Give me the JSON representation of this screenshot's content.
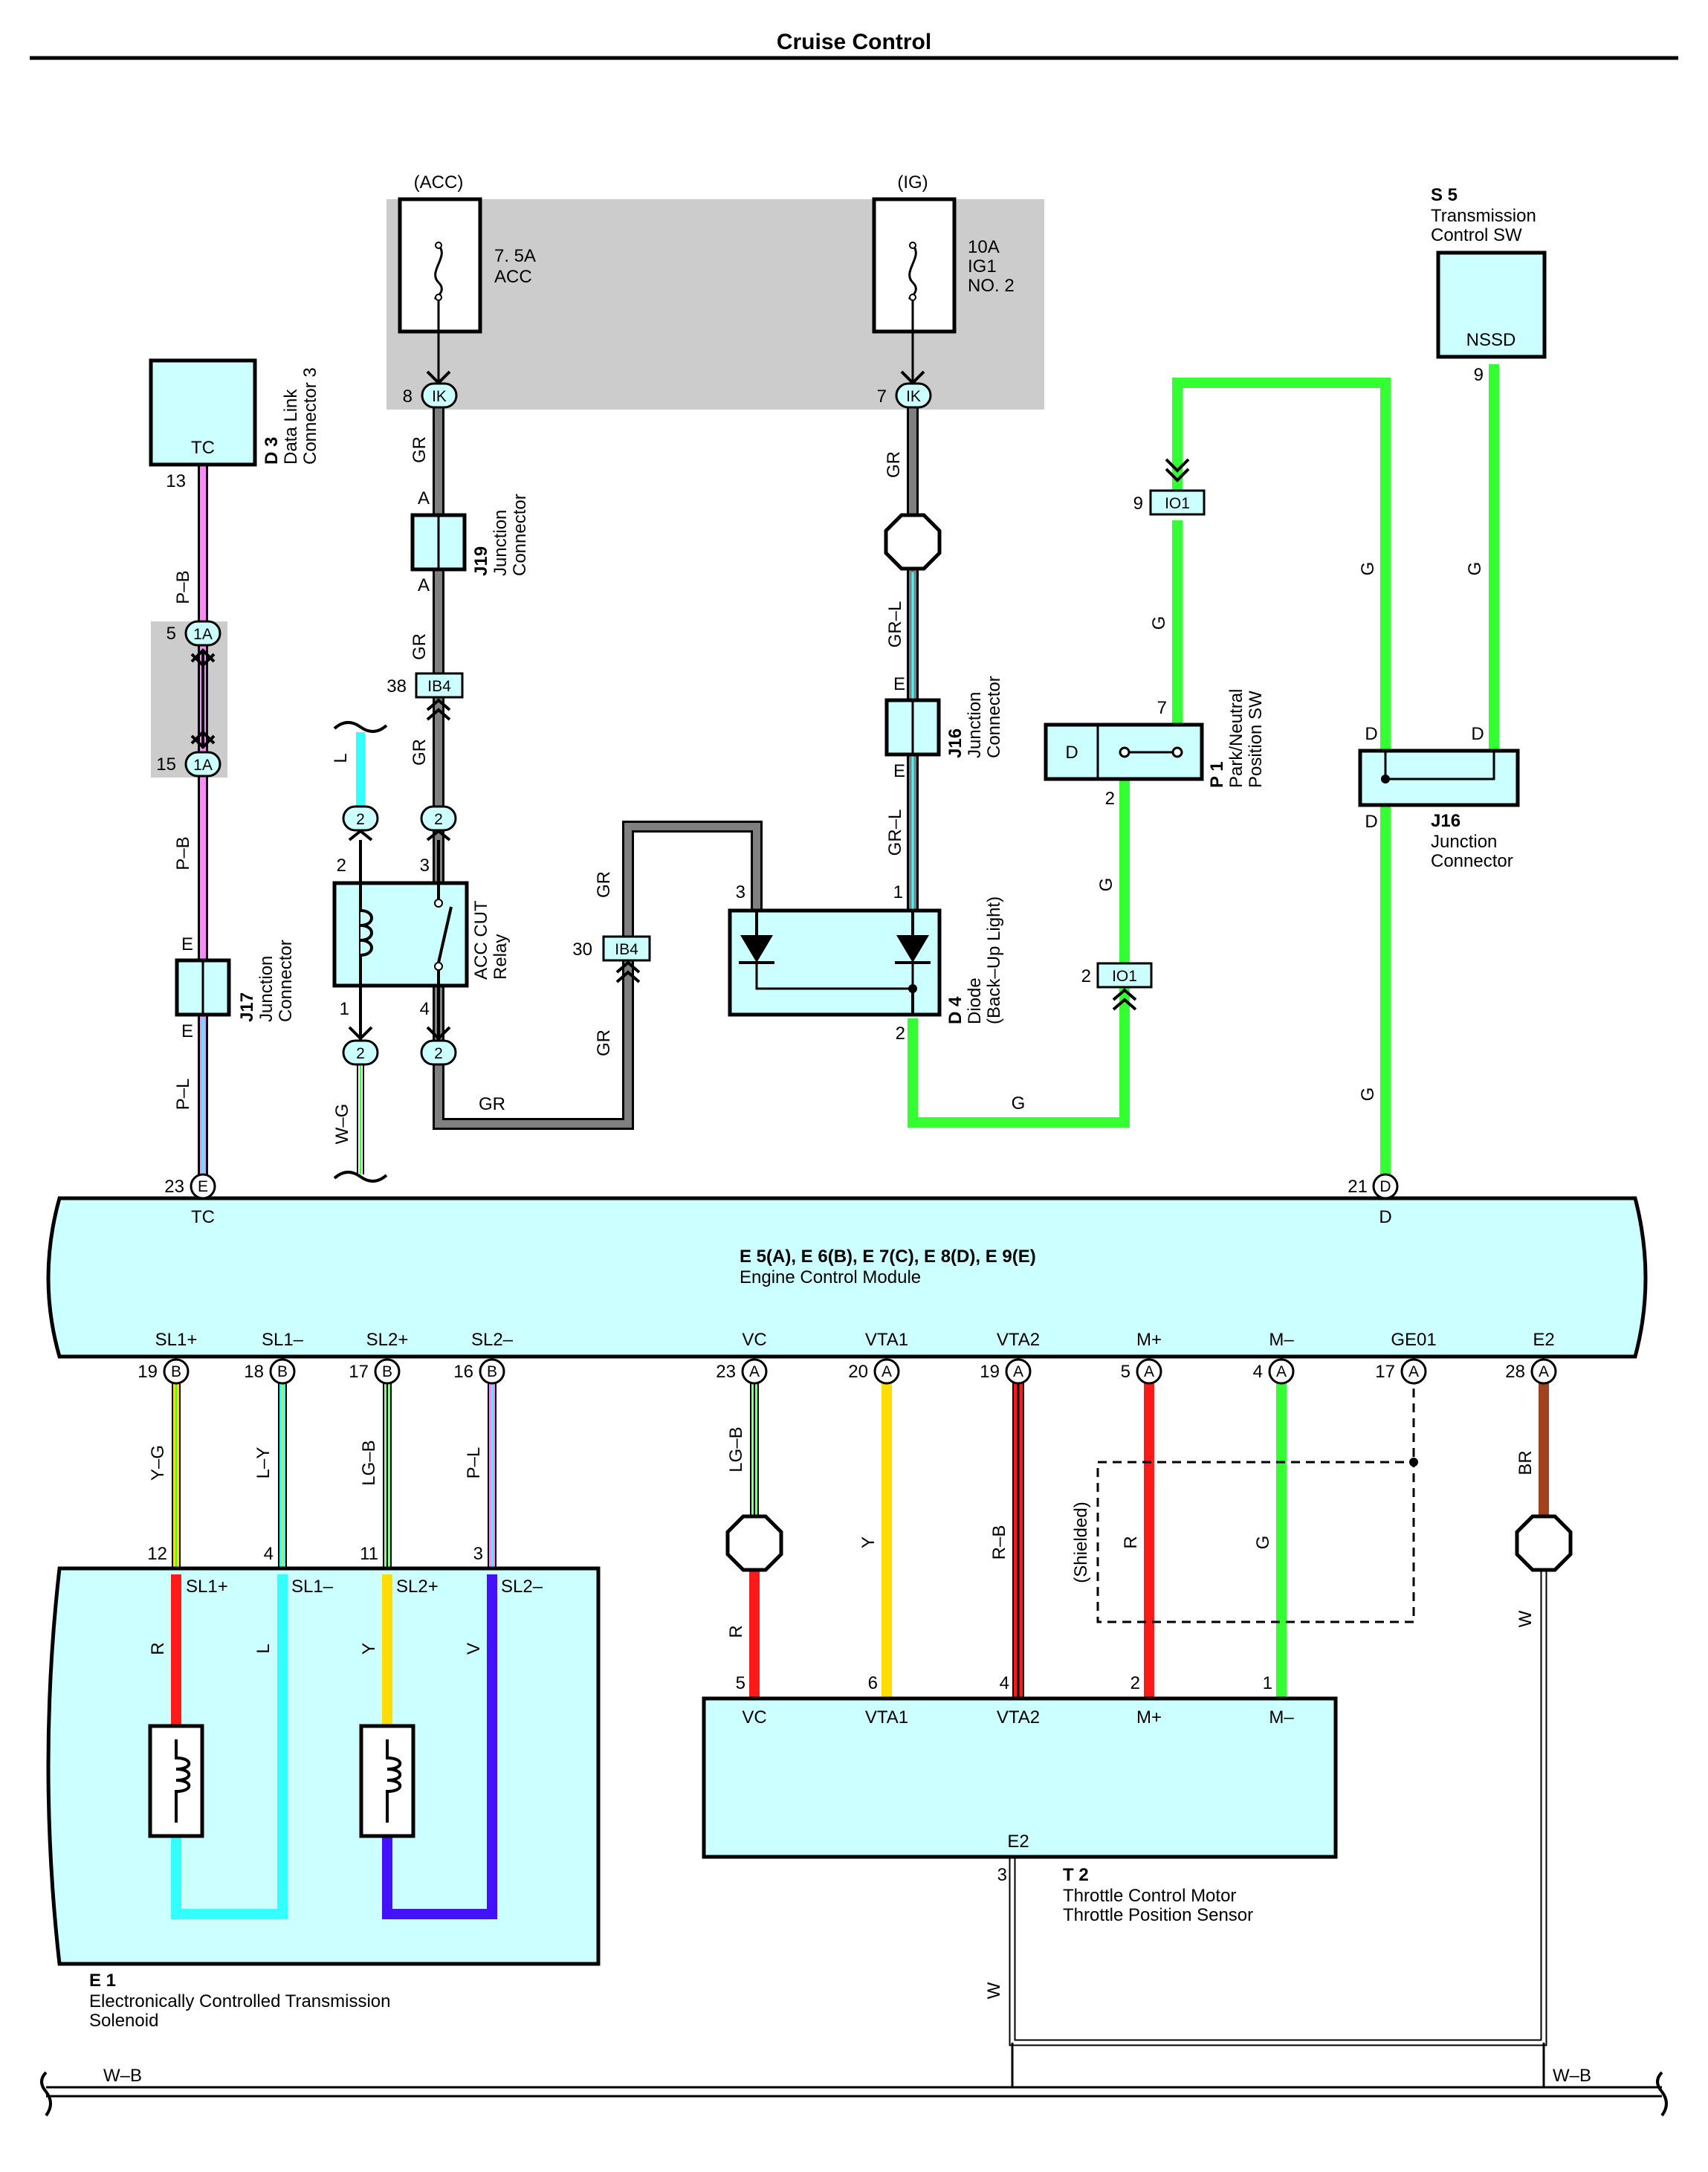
{
  "title": "Cruise Control",
  "fuses": [
    {
      "source": "(ACC)",
      "rating": "7. 5A",
      "name": "ACC",
      "name2": "",
      "pin": "8",
      "conn": "IK"
    },
    {
      "source": "(IG)",
      "rating": "10A",
      "name": "IG1",
      "name2": "NO. 2",
      "pin": "7",
      "conn": "IK"
    }
  ],
  "components": {
    "d3": {
      "id": "D 3",
      "name1": "Data Link",
      "name2": "Connector 3",
      "terminal": "TC",
      "pin": "13"
    },
    "s5": {
      "id": "S 5",
      "name1": "Transmission",
      "name2": "Control SW",
      "terminal": "NSSD",
      "pin": "9"
    },
    "j19": {
      "id": "J19",
      "name1": "Junction",
      "name2": "Connector",
      "pin_top": "A",
      "pin_bottom": "A"
    },
    "j17": {
      "id": "J17",
      "name1": "Junction",
      "name2": "Connector",
      "pin_top": "E",
      "pin_bottom": "E"
    },
    "j16a": {
      "id": "J16",
      "name1": "Junction",
      "name2": "Connector",
      "pin_top": "E",
      "pin_bottom": "E"
    },
    "j16b": {
      "id": "J16",
      "name1": "Junction",
      "name2": "Connector",
      "pin_left": "D",
      "pin_right": "D",
      "pin_bottom": "D"
    },
    "p1": {
      "id": "P 1",
      "name1": "Park/Neutral",
      "name2": "Position SW",
      "terminal": "D",
      "pin_top": "7",
      "pin_bottom": "2"
    },
    "d4": {
      "id": "D 4",
      "name1": "Diode",
      "name2": "(Back–Up Light)",
      "pin_left": "3",
      "pin_right": "1",
      "pin_bottom": "2"
    },
    "relay": {
      "name1": "ACC CUT",
      "name2": "Relay",
      "pins": [
        "2",
        "3",
        "1",
        "4"
      ]
    },
    "ecm": {
      "id": "E 5(A), E 6(B), E 7(C), E 8(D), E 9(E)",
      "name": "Engine Control Module"
    },
    "e1": {
      "id": "E 1",
      "name1": "Electronically Controlled Transmission",
      "name2": "Solenoid"
    },
    "t2": {
      "id": "T 2",
      "name1": "Throttle Control Motor",
      "name2": "Throttle Position Sensor",
      "e2_label": "E2",
      "e2_pin": "3"
    }
  },
  "connectors": {
    "c1a_top": {
      "pin": "5",
      "label": "1A"
    },
    "c1a_bot": {
      "pin": "15",
      "label": "1A"
    },
    "ib4_38": {
      "pin": "38",
      "label": "IB4"
    },
    "ib4_30": {
      "pin": "30",
      "label": "IB4"
    },
    "io1_9": {
      "pin": "9",
      "label": "IO1"
    },
    "io1_2": {
      "pin": "2",
      "label": "IO1"
    },
    "c2": "2"
  },
  "ecm_top": [
    {
      "pin": "23",
      "conn": "E",
      "name": "TC"
    },
    {
      "pin": "21",
      "conn": "D",
      "name": "D"
    }
  ],
  "ecm_bottom": [
    {
      "pin": "19",
      "conn": "B",
      "name": "SL1+",
      "wire": "Y–G",
      "dest_pin": "12",
      "dest_name": "SL1+",
      "inner_color": "R"
    },
    {
      "pin": "18",
      "conn": "B",
      "name": "SL1–",
      "wire": "L–Y",
      "dest_pin": "4",
      "dest_name": "SL1–",
      "inner_color": "L"
    },
    {
      "pin": "17",
      "conn": "B",
      "name": "SL2+",
      "wire": "LG–B",
      "dest_pin": "11",
      "dest_name": "SL2+",
      "inner_color": "Y"
    },
    {
      "pin": "16",
      "conn": "B",
      "name": "SL2–",
      "wire": "P–L",
      "dest_pin": "3",
      "dest_name": "SL2–",
      "inner_color": "V"
    },
    {
      "pin": "23",
      "conn": "A",
      "name": "VC",
      "wire": "LG–B",
      "wire2": "R",
      "dest_pin": "5",
      "dest_name": "VC"
    },
    {
      "pin": "20",
      "conn": "A",
      "name": "VTA1",
      "wire": "Y",
      "dest_pin": "6",
      "dest_name": "VTA1"
    },
    {
      "pin": "19",
      "conn": "A",
      "name": "VTA2",
      "wire": "R–B",
      "dest_pin": "4",
      "dest_name": "VTA2"
    },
    {
      "pin": "5",
      "conn": "A",
      "name": "M+",
      "wire": "R",
      "dest_pin": "2",
      "dest_name": "M+"
    },
    {
      "pin": "4",
      "conn": "A",
      "name": "M–",
      "wire": "G",
      "dest_pin": "1",
      "dest_name": "M–"
    },
    {
      "pin": "17",
      "conn": "A",
      "name": "GE01"
    },
    {
      "pin": "28",
      "conn": "A",
      "name": "E2",
      "wire": "BR",
      "wire2": "W"
    }
  ],
  "wire_labels": {
    "gr": "GR",
    "grl": "GR–L",
    "g": "G",
    "pb": "P–B",
    "pl": "P–L",
    "l": "L",
    "wg": "W–G",
    "w": "W",
    "wb": "W–B",
    "shielded": "(Shielded)"
  },
  "colors": {
    "connector_fill": "#ccffff",
    "grey_wire": "#808080",
    "green_wire": "#33ff33",
    "cyan_wire": "#33ffff",
    "red_wire": "#ff1a1a",
    "yellow_wire": "#ffdd00",
    "blue_wire": "#4411ff",
    "pink_wire": "#ff88ff",
    "brown_wire": "#a0421e",
    "fuse_panel_bg": "#cccccc"
  }
}
